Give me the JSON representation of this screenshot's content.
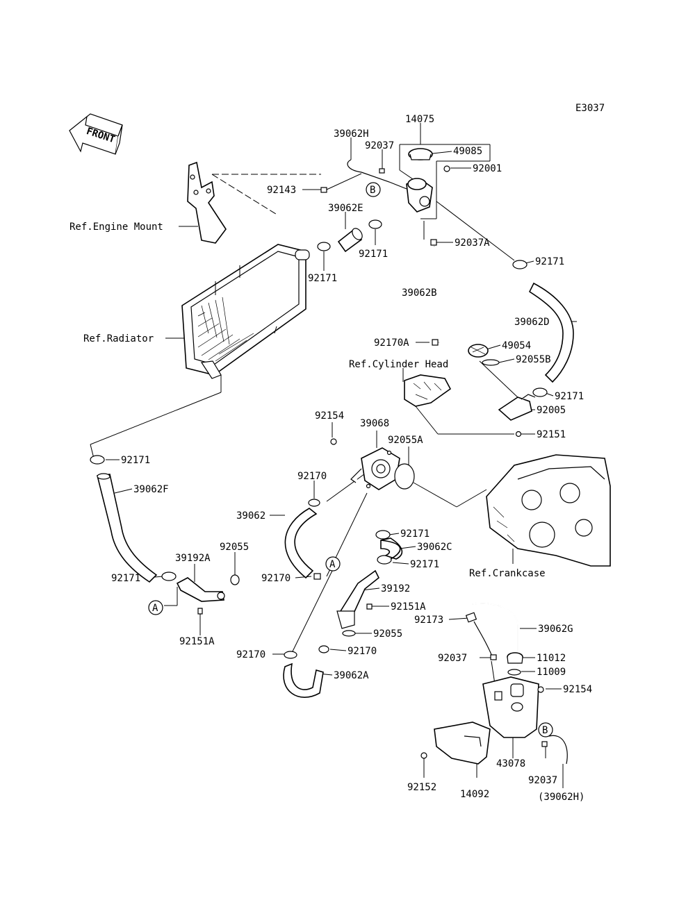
{
  "diagram_code": "E3037",
  "front_arrow": {
    "text": "FRONT",
    "icon": "front-arrow-icon"
  },
  "callouts": [
    {
      "id": "p14075",
      "text": "14075"
    },
    {
      "id": "p39062H",
      "text": "39062H"
    },
    {
      "id": "p92037_top",
      "text": "92037"
    },
    {
      "id": "p49085",
      "text": "49085"
    },
    {
      "id": "p92001",
      "text": "92001"
    },
    {
      "id": "p92143",
      "text": "92143"
    },
    {
      "id": "p39062E",
      "text": "39062E"
    },
    {
      "id": "p92171_a",
      "text": "92171"
    },
    {
      "id": "p92037A",
      "text": "92037A"
    },
    {
      "id": "p92171_b",
      "text": "92171"
    },
    {
      "id": "p92171_c",
      "text": "92171"
    },
    {
      "id": "p39062B",
      "text": "39062B"
    },
    {
      "id": "p39062D",
      "text": "39062D"
    },
    {
      "id": "p92170A",
      "text": "92170A"
    },
    {
      "id": "p49054",
      "text": "49054"
    },
    {
      "id": "p92055B",
      "text": "92055B"
    },
    {
      "id": "p92171_d",
      "text": "92171"
    },
    {
      "id": "p92005",
      "text": "92005"
    },
    {
      "id": "p92151",
      "text": "92151"
    },
    {
      "id": "p92154_a",
      "text": "92154"
    },
    {
      "id": "p39068",
      "text": "39068"
    },
    {
      "id": "p92055A",
      "text": "92055A"
    },
    {
      "id": "p92171_e",
      "text": "92171"
    },
    {
      "id": "p39062F",
      "text": "39062F"
    },
    {
      "id": "p92170_a",
      "text": "92170"
    },
    {
      "id": "p39062",
      "text": "39062"
    },
    {
      "id": "p92171_f",
      "text": "92171"
    },
    {
      "id": "p39062C",
      "text": "39062C"
    },
    {
      "id": "p92170_b",
      "text": "92170"
    },
    {
      "id": "p92171_g",
      "text": "92171"
    },
    {
      "id": "p39192A",
      "text": "39192A"
    },
    {
      "id": "p92055_a",
      "text": "92055"
    },
    {
      "id": "p92171_h",
      "text": "92171"
    },
    {
      "id": "p39192",
      "text": "39192"
    },
    {
      "id": "p92151A_a",
      "text": "92151A"
    },
    {
      "id": "p92173",
      "text": "92173"
    },
    {
      "id": "p39062G",
      "text": "39062G"
    },
    {
      "id": "p92055_b",
      "text": "92055"
    },
    {
      "id": "p92151A_b",
      "text": "92151A"
    },
    {
      "id": "p92170_c",
      "text": "92170"
    },
    {
      "id": "p92170_d",
      "text": "92170"
    },
    {
      "id": "p92037_mid",
      "text": "92037"
    },
    {
      "id": "p11012",
      "text": "11012"
    },
    {
      "id": "p11009",
      "text": "11009"
    },
    {
      "id": "p39062A",
      "text": "39062A"
    },
    {
      "id": "p92154_b",
      "text": "92154"
    },
    {
      "id": "p43078",
      "text": "43078"
    },
    {
      "id": "p92037_bot",
      "text": "92037"
    },
    {
      "id": "p92152",
      "text": "92152"
    },
    {
      "id": "p14092",
      "text": "14092"
    },
    {
      "id": "p39062H_ref",
      "text": "(39062H)"
    }
  ],
  "references": [
    {
      "id": "ref_engine_mount",
      "text": "Ref.Engine Mount"
    },
    {
      "id": "ref_radiator",
      "text": "Ref.Radiator"
    },
    {
      "id": "ref_cylinder_head",
      "text": "Ref.Cylinder Head"
    },
    {
      "id": "ref_crankcase",
      "text": "Ref.Crankcase"
    }
  ],
  "connectors": [
    {
      "id": "conn_b_top",
      "text": "B"
    },
    {
      "id": "conn_a_mid",
      "text": "A"
    },
    {
      "id": "conn_a_left",
      "text": "A"
    },
    {
      "id": "conn_b_bot",
      "text": "B"
    }
  ]
}
